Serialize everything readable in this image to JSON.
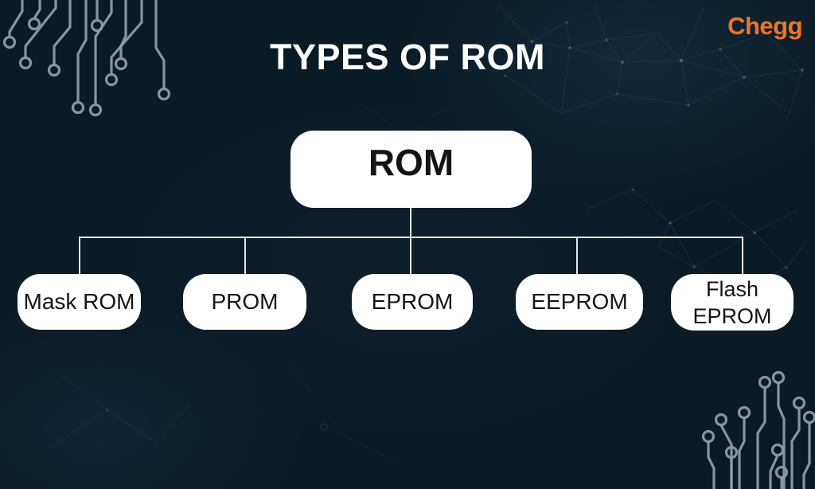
{
  "brand": {
    "name": "Chegg"
  },
  "title": "TYPES OF ROM",
  "tree": {
    "root": {
      "label": "ROM"
    },
    "children": [
      {
        "label": "Mask ROM"
      },
      {
        "label": "PROM"
      },
      {
        "label": "EPROM"
      },
      {
        "label": "EEPROM"
      },
      {
        "label": "Flash EPROM"
      }
    ]
  },
  "colors": {
    "background": "#0b1b26",
    "box_fill": "#ffffff",
    "box_text": "#141414",
    "title_text": "#ffffff",
    "connector": "#e3e6e8",
    "brand_orange": "#ee7623",
    "circuit": "#94a0a8",
    "mesh": "#5a8caf"
  }
}
